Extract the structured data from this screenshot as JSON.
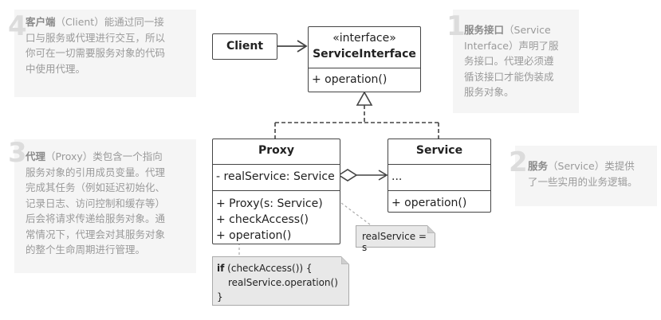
{
  "notes": {
    "n4": {
      "number": "4",
      "lines": [
        {
          "bold": "客户端",
          "text": "（Client）能通过同一接"
        },
        {
          "bold": "",
          "text": "口与服务或代理进行交互，所以"
        },
        {
          "bold": "",
          "text": "你可在一切需要服务对象的代码"
        },
        {
          "bold": "",
          "text": "中使用代理。"
        }
      ]
    },
    "n1": {
      "number": "1",
      "lines": [
        {
          "bold": "服务接口",
          "text": "（Service"
        },
        {
          "bold": "",
          "text": "Interface）声明了服"
        },
        {
          "bold": "",
          "text": "务接口。代理必须遵"
        },
        {
          "bold": "",
          "text": "循该接口才能伪装成"
        },
        {
          "bold": "",
          "text": "服务对象。"
        }
      ]
    },
    "n3": {
      "number": "3",
      "lines": [
        {
          "bold": "代理",
          "text": "（Proxy）类包含一个指向"
        },
        {
          "bold": "",
          "text": "服务对象的引用成员变量。代理"
        },
        {
          "bold": "",
          "text": "完成其任务（例如延迟初始化、"
        },
        {
          "bold": "",
          "text": "记录日志、访问控制和缓存等）"
        },
        {
          "bold": "",
          "text": "后会将请求传递给服务对象。通"
        },
        {
          "bold": "",
          "text": "常情况下，代理会对其服务对象"
        },
        {
          "bold": "",
          "text": "的整个生命周期进行管理。"
        }
      ]
    },
    "n2": {
      "number": "2",
      "lines": [
        {
          "bold": "服务",
          "text": "（Service）类提供"
        },
        {
          "bold": "",
          "text": "了一些实用的业务逻辑。"
        }
      ]
    }
  },
  "classes": {
    "client": {
      "name": "Client"
    },
    "service_interface": {
      "stereotype": "«interface»",
      "name": "ServiceInterface",
      "methods": [
        "+ operation()"
      ]
    },
    "proxy": {
      "name": "Proxy",
      "fields": [
        "- realService: Service"
      ],
      "methods": [
        "+ Proxy(s: Service)",
        "+ checkAccess()",
        "+ operation()"
      ]
    },
    "service": {
      "name": "Service",
      "fields": [
        "..."
      ],
      "methods": [
        "+ operation()"
      ]
    }
  },
  "memos": {
    "constructor_note": "realService = s",
    "operation_note": {
      "keyword": "if",
      "line1_rest": " (checkAccess()) {",
      "line2": "realService.operation()",
      "line3": "}"
    }
  },
  "colors": {
    "line": "#444444",
    "note_bg": "#f5f5f5",
    "note_text": "#9a9a9a",
    "memo_bg": "#e8e8e8"
  }
}
